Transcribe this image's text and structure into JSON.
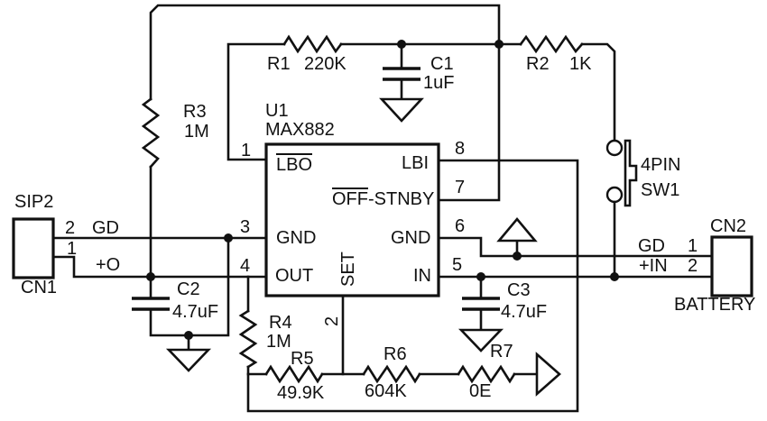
{
  "colors": {
    "line": "#111111",
    "background": "#ffffff"
  },
  "components": {
    "U1": {
      "ref": "U1",
      "part": "MAX882"
    },
    "R1": {
      "ref": "R1",
      "value": "220K"
    },
    "R2": {
      "ref": "R2",
      "value": "1K"
    },
    "R3": {
      "ref": "R3",
      "value": "1M"
    },
    "R4": {
      "ref": "R4",
      "value": "1M"
    },
    "R5": {
      "ref": "R5",
      "value": "49.9K"
    },
    "R6": {
      "ref": "R6",
      "value": "604K"
    },
    "R7": {
      "ref": "R7",
      "value": "0E"
    },
    "C1": {
      "ref": "C1",
      "value": "1uF"
    },
    "C2": {
      "ref": "C2",
      "value": "4.7uF"
    },
    "C3": {
      "ref": "C3",
      "value": "4.7uF"
    },
    "SW1": {
      "ref": "SW1",
      "type": "4PIN"
    },
    "CN1": {
      "ref": "CN1",
      "type": "SIP2"
    },
    "CN2": {
      "ref": "CN2",
      "type": "BATTERY"
    }
  },
  "ic_pins": {
    "p1": {
      "num": "1",
      "name": "LBO"
    },
    "p2": {
      "num": "2",
      "name": "SET"
    },
    "p3": {
      "num": "3",
      "name": "GND"
    },
    "p4": {
      "num": "4",
      "name": "OUT"
    },
    "p5": {
      "num": "5",
      "name": "IN"
    },
    "p6": {
      "num": "6",
      "name": "GND"
    },
    "p7": {
      "num": "7",
      "name_overlined": "OFF",
      "name_rest": "-STNBY"
    },
    "p8": {
      "num": "8",
      "name": "LBI"
    }
  },
  "connectors": {
    "CN1": {
      "pin_top_num": "2",
      "pin_top_net": "GD",
      "pin_bottom_num": "1",
      "pin_bottom_net": "+O"
    },
    "CN2": {
      "pin_top_num": "1",
      "pin_top_net": "GD",
      "pin_bottom_num": "2",
      "pin_bottom_net": "+IN"
    }
  }
}
